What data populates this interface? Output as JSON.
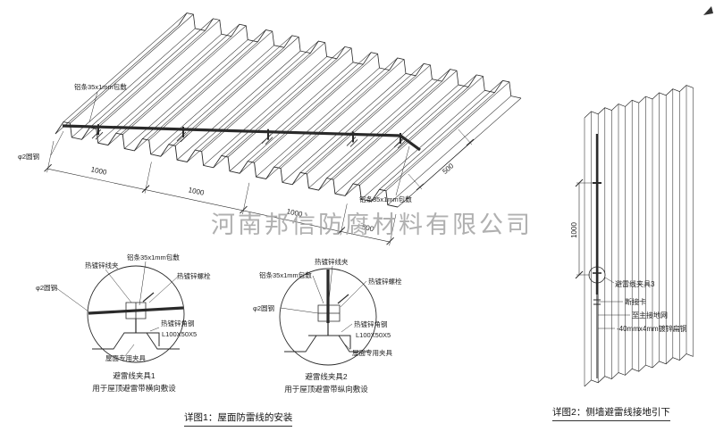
{
  "watermark": "河南邦信防腐材料有限公司",
  "main": {
    "label_strip_top": "铝条35x1mm包敷",
    "label_rod": "φ2圆钢",
    "label_strip_bottom": "铝条35x1mm包敷",
    "dims": [
      "1000",
      "1000",
      "1000",
      "500"
    ],
    "dim_right": "500"
  },
  "detail1": {
    "clamp": "热镀锌线夹",
    "strip": "铝条35x1mm包敷",
    "bolt": "热镀锌螺栓",
    "rod": "φ2圆钢",
    "angle_line1": "热镀锌角钢",
    "angle_line2": "L100X50X5",
    "fixture": "屋面专用夹具",
    "title": "避雷线夹具1",
    "subtitle": "用于屋顶避雷带横向敷设"
  },
  "detail2": {
    "strip": "铝条35x1mm包敷",
    "clamp": "热镀锌线夹",
    "bolt": "热镀锌螺栓",
    "rod": "φ2圆钢",
    "angle_line1": "热镀锌角钢",
    "angle_line2": "L100X50X5",
    "fixture": "屋面专用夹具",
    "title": "避雷线夹具2",
    "subtitle": "用于屋顶避雷带纵向敷设"
  },
  "wall": {
    "dim": "1000",
    "labels": [
      "避雷线夹具3",
      "断接卡",
      "至主接地网",
      "-40mmx4mm镀锌扁钢"
    ]
  },
  "captions": {
    "fig1": "详图1：屋面防雷线的安装",
    "fig2": "详图2：侧墙避雷线接地引下"
  },
  "colors": {
    "line": "#2a2a2a",
    "red": "#c62828",
    "watermark": "#a8a8a8"
  }
}
